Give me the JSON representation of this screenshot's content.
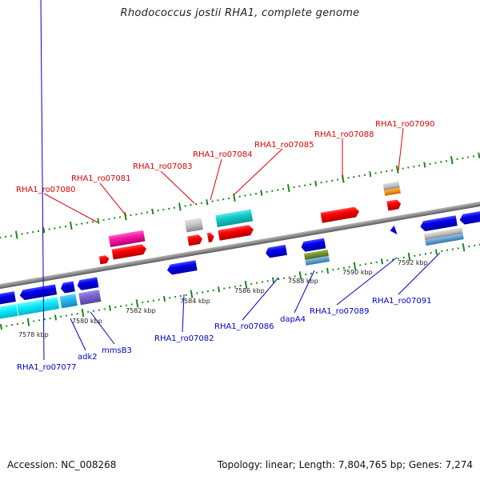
{
  "title": "Rhodococcus jostii RHA1, complete genome",
  "footer": {
    "accession": "Accession: NC_008268",
    "summary": "Topology: linear; Length: 7,804,765 bp; Genes: 7,274"
  },
  "colors": {
    "forward_label": "#e00000",
    "reverse_label": "#0000cc",
    "backbone": "#888888",
    "ticks": "#1a8a1a"
  },
  "scale_labels": [
    {
      "text": "7578 kbp",
      "kbp": 7578
    },
    {
      "text": "7580 kbp",
      "kbp": 7580
    },
    {
      "text": "7582 kbp",
      "kbp": 7582
    },
    {
      "text": "7584 kbp",
      "kbp": 7584
    },
    {
      "text": "7586 kbp",
      "kbp": 7586
    },
    {
      "text": "7588 kbp",
      "kbp": 7588
    },
    {
      "text": "7590 kbp",
      "kbp": 7590
    },
    {
      "text": "7592 kbp",
      "kbp": 7592
    }
  ],
  "forward_labels": [
    {
      "text": "RHA1_ro07080"
    },
    {
      "text": "RHA1_ro07081"
    },
    {
      "text": "RHA1_ro07083"
    },
    {
      "text": "RHA1_ro07084"
    },
    {
      "text": "RHA1_ro07085"
    },
    {
      "text": "RHA1_ro07088"
    },
    {
      "text": "RHA1_ro07090"
    }
  ],
  "reverse_labels": [
    {
      "text": "RHA1_ro07077"
    },
    {
      "text": "adk2"
    },
    {
      "text": "mmsB3"
    },
    {
      "text": "RHA1_ro07082"
    },
    {
      "text": "RHA1_ro07086"
    },
    {
      "text": "dapA4"
    },
    {
      "text": "RHA1_ro07089"
    },
    {
      "text": "RHA1_ro07091"
    }
  ]
}
